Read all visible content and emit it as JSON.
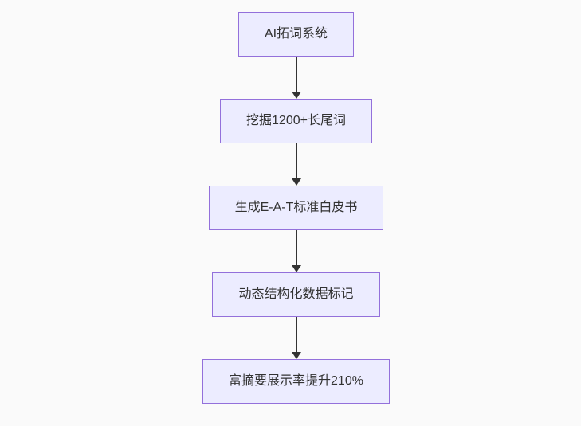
{
  "flowchart": {
    "type": "flowchart-vertical",
    "nodes": [
      {
        "id": "n0",
        "label": "AI拓词系统"
      },
      {
        "id": "n1",
        "label": "挖掘1200+长尾词"
      },
      {
        "id": "n2",
        "label": "生成E-A-T标准白皮书"
      },
      {
        "id": "n3",
        "label": "动态结构化数据标记"
      },
      {
        "id": "n4",
        "label": "富摘要展示率提升210%"
      }
    ],
    "edges": [
      {
        "from": "n0",
        "to": "n1"
      },
      {
        "from": "n1",
        "to": "n2"
      },
      {
        "from": "n2",
        "to": "n3"
      },
      {
        "from": "n3",
        "to": "n4"
      }
    ],
    "colors": {
      "node_fill": "#ECECFF",
      "node_border": "#9370DB",
      "arrow": "#333333",
      "text": "#333333",
      "background": "#fafafa"
    }
  }
}
